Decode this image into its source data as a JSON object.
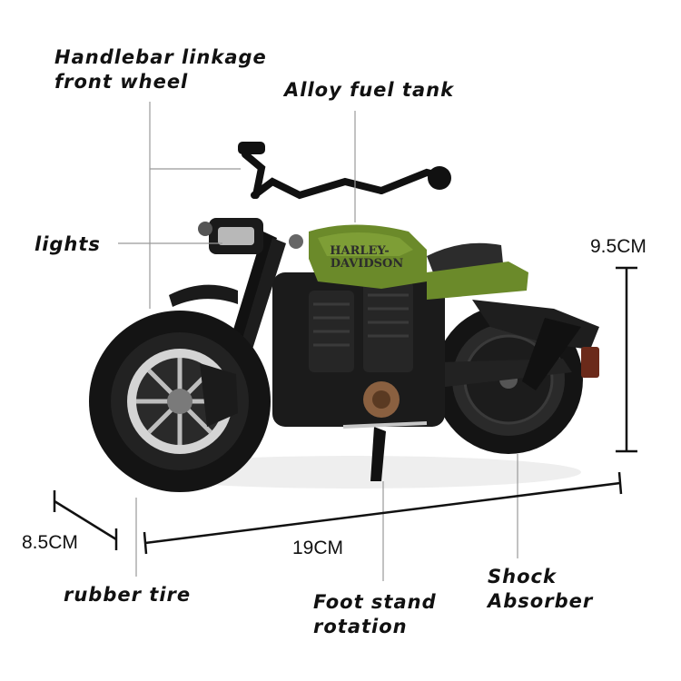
{
  "callouts": {
    "handlebar_line1": "Handlebar linkage",
    "handlebar_line2": "front wheel",
    "fuel_tank": "Alloy fuel tank",
    "lights": "lights",
    "rubber_tire": "rubber tire",
    "foot_stand_line1": "Foot stand",
    "foot_stand_line2": "rotation",
    "shock_line1": "Shock",
    "shock_line2": "Absorber"
  },
  "dimensions": {
    "height": "9.5CM",
    "length": "19CM",
    "width": "8.5CM"
  },
  "product": {
    "tank_logo_line1": "HARLEY-",
    "tank_logo_line2": "DAVIDSON",
    "tank_color": "#6b8a2a",
    "body_color": "#1a1a1a",
    "chrome_color": "#c8c8c8"
  }
}
